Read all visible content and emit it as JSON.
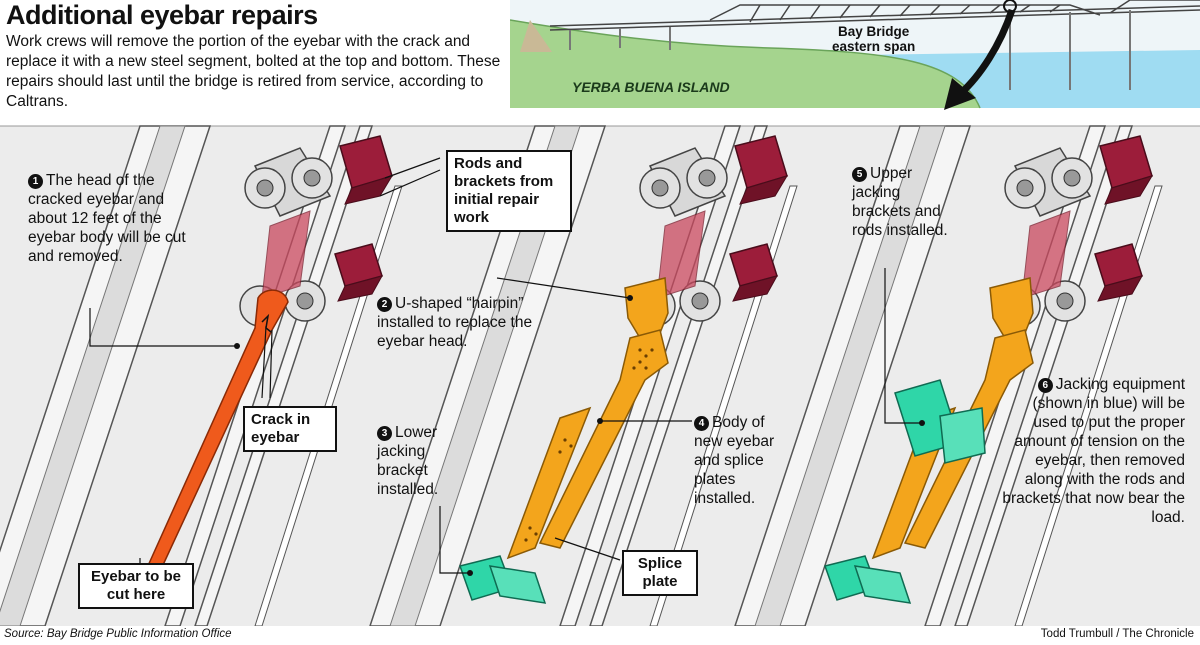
{
  "header": {
    "title": "Additional eyebar repairs",
    "intro": "Work crews will remove the portion of the eyebar with the crack and replace it with a new steel segment, bolted at the top and bottom. These repairs should last until the bridge is retired from service, according to Caltrans."
  },
  "overview": {
    "island_label": "YERBA BUENA ISLAND",
    "bridge_label_line1": "Bay Bridge",
    "bridge_label_line2": "eastern span"
  },
  "steps": [
    {
      "number": "1",
      "text": "The head of the cracked eyebar and about 12 feet of the eyebar body will be cut and removed."
    },
    {
      "number": "2",
      "text": "U-shaped “hairpin” installed to replace the eyebar head."
    },
    {
      "number": "3",
      "text": "Lower jacking bracket installed."
    },
    {
      "number": "4",
      "text": "Body of new eyebar and splice plates installed."
    },
    {
      "number": "5",
      "text": "Upper jacking brackets and rods installed."
    },
    {
      "number": "6",
      "text": "Jacking equipment (shown in blue) will be used to put the proper amount of tension on the eyebar, then removed along with the rods and brackets that now bear the load."
    }
  ],
  "callouts": {
    "rods_brackets": "Rods and brackets from initial repair work",
    "crack": "Crack in eyebar",
    "cut_here": "Eyebar to be cut here",
    "splice_plate": "Splice plate"
  },
  "footer": {
    "source": "Source: Bay Bridge Public Information Office",
    "credit": "Todd Trumbull / The Chronicle"
  },
  "colors": {
    "cracked_eyebar": "#ef5a1c",
    "new_eyebar": "#f3a51c",
    "jacking_equipment": "#2fd6a8",
    "brackets": "#8e1a33",
    "steel": "#cfcfcf",
    "water": "#8fd6ef",
    "island": "#9fd08a"
  }
}
